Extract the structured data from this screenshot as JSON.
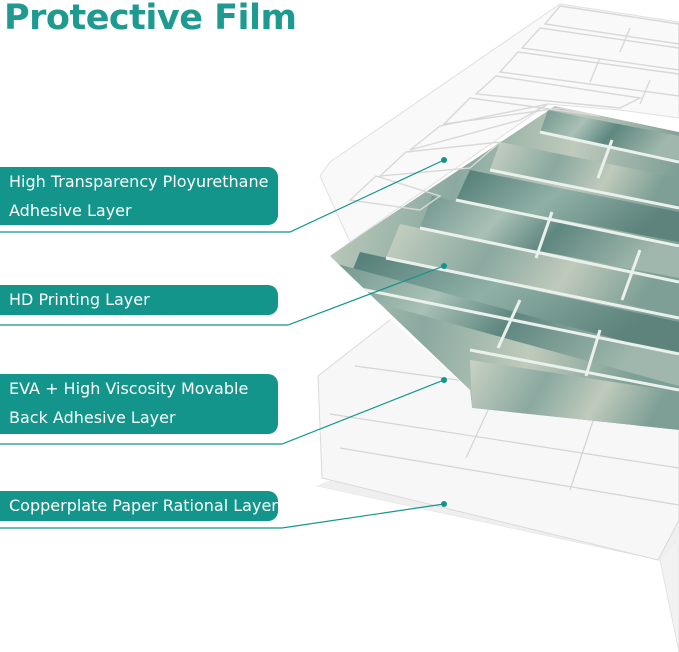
{
  "title": "Protective Film",
  "layers": [
    {
      "id": "protective-film",
      "lines": [
        "High Transparency Ployurethane",
        "Adhesive Layer"
      ]
    },
    {
      "id": "hd-printing",
      "lines": [
        "HD Printing Layer"
      ]
    },
    {
      "id": "eva-adhesive",
      "lines": [
        "EVA + High Viscosity Movable",
        "Back Adhesive Layer"
      ]
    },
    {
      "id": "copperplate-paper",
      "lines": [
        "Copperplate Paper Rational Layer"
      ]
    }
  ],
  "colors": {
    "accent": "#13958c",
    "tile_stone": "#7fa49b",
    "film": "#f4f4f4"
  }
}
